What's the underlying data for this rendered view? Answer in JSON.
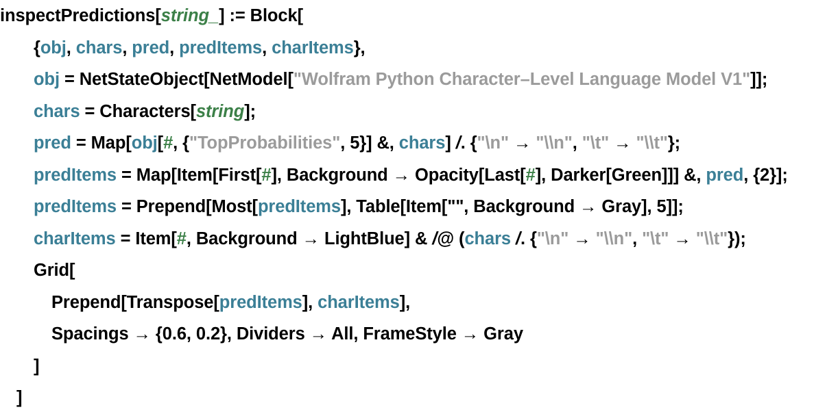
{
  "cell": {
    "language": "Wolfram Language",
    "background_color": "#ffffff",
    "colors": {
      "default_text": "#000000",
      "local_symbol": "#3b7f96",
      "pattern_symbol": "#3c8048",
      "string_literal": "#9b9b9b",
      "slot_symbol": "#3c8048"
    },
    "full_source": "inspectPredictions[string_] := Block[\n    {obj, chars, pred, predItems, charItems},\n    obj = NetStateObject[NetModel[\"Wolfram Python Character–Level Language Model V1\"]];\n    chars = Characters[string];\n    pred = Map[obj[#, {\"TopProbabilities\", 5}] &, chars] /. {\"\\n\" → \"\\\\n\", \"\\t\" → \"\\\\t\"};\n    predItems = Map[Item[First[#], Background → Opacity[Last[#], Darker[Green]]] &, pred, {2}];\n    predItems = Prepend[Most[predItems], Table[Item[\"\", Background → Gray], 5]];\n    charItems = Item[#, Background → LightBlue] & /@ (chars /. {\"\\n\" → \"\\\\n\", \"\\t\" → \"\\\\t\"});\n    Grid[\n      Prepend[Transpose[predItems], charItems],\n      Spacings → {0.6, 0.2}, Dividers → All, FrameStyle → Gray\n    ]\n  ]"
  },
  "lines": [
    {
      "id": "line-1",
      "indent": 0,
      "tokens": [
        {
          "t": "inspectPredictions[",
          "k": "default"
        },
        {
          "t": "string_",
          "k": "pattern"
        },
        {
          "t": "] := Block[",
          "k": "default"
        }
      ]
    },
    {
      "id": "line-2",
      "indent": 1,
      "tokens": [
        {
          "t": "{",
          "k": "default"
        },
        {
          "t": "obj",
          "k": "local"
        },
        {
          "t": ", ",
          "k": "default"
        },
        {
          "t": "chars",
          "k": "local"
        },
        {
          "t": ", ",
          "k": "default"
        },
        {
          "t": "pred",
          "k": "local"
        },
        {
          "t": ", ",
          "k": "default"
        },
        {
          "t": "predItems",
          "k": "local"
        },
        {
          "t": ", ",
          "k": "default"
        },
        {
          "t": "charItems",
          "k": "local"
        },
        {
          "t": "},",
          "k": "default"
        }
      ]
    },
    {
      "id": "line-3",
      "indent": 1,
      "tokens": [
        {
          "t": "obj",
          "k": "local"
        },
        {
          "t": " = NetStateObject[NetModel[",
          "k": "default"
        },
        {
          "t": "\"Wolfram Python Character–Level Language Model V1\"",
          "k": "string"
        },
        {
          "t": "]];",
          "k": "default"
        }
      ]
    },
    {
      "id": "line-4",
      "indent": 1,
      "tokens": [
        {
          "t": "chars",
          "k": "local"
        },
        {
          "t": " = Characters[",
          "k": "default"
        },
        {
          "t": "string",
          "k": "pattern"
        },
        {
          "t": "];",
          "k": "default"
        }
      ]
    },
    {
      "id": "line-5",
      "indent": 1,
      "tokens": [
        {
          "t": "pred",
          "k": "local"
        },
        {
          "t": " = Map[",
          "k": "default"
        },
        {
          "t": "obj",
          "k": "local"
        },
        {
          "t": "[",
          "k": "default"
        },
        {
          "t": "#",
          "k": "slot"
        },
        {
          "t": ", {",
          "k": "default"
        },
        {
          "t": "\"TopProbabilities\"",
          "k": "string"
        },
        {
          "t": ", 5}] &, ",
          "k": "default"
        },
        {
          "t": "chars",
          "k": "local"
        },
        {
          "t": "] ",
          "k": "default"
        },
        {
          "t": "/",
          "k": "op-italic"
        },
        {
          "t": ". {",
          "k": "default"
        },
        {
          "t": "\"\\n\"",
          "k": "string"
        },
        {
          "t": " → ",
          "k": "default"
        },
        {
          "t": "\"\\\\n\"",
          "k": "string"
        },
        {
          "t": ", ",
          "k": "default"
        },
        {
          "t": "\"\\t\"",
          "k": "string"
        },
        {
          "t": " → ",
          "k": "default"
        },
        {
          "t": "\"\\\\t\"",
          "k": "string"
        },
        {
          "t": "};",
          "k": "default"
        }
      ]
    },
    {
      "id": "line-6",
      "indent": 1,
      "tokens": [
        {
          "t": "predItems",
          "k": "local"
        },
        {
          "t": " = Map[Item[First[",
          "k": "default"
        },
        {
          "t": "#",
          "k": "slot"
        },
        {
          "t": "], Background → Opacity[Last[",
          "k": "default"
        },
        {
          "t": "#",
          "k": "slot"
        },
        {
          "t": "], Darker[Green]]] &, ",
          "k": "default"
        },
        {
          "t": "pred",
          "k": "local"
        },
        {
          "t": ", {2}];",
          "k": "default"
        }
      ]
    },
    {
      "id": "line-7",
      "indent": 1,
      "tokens": [
        {
          "t": "predItems",
          "k": "local"
        },
        {
          "t": " = Prepend[Most[",
          "k": "default"
        },
        {
          "t": "predItems",
          "k": "local"
        },
        {
          "t": "], Table[Item[\"\", Background → Gray], 5]];",
          "k": "default"
        }
      ]
    },
    {
      "id": "line-8",
      "indent": 1,
      "tokens": [
        {
          "t": "charItems",
          "k": "local"
        },
        {
          "t": " = Item[",
          "k": "default"
        },
        {
          "t": "#",
          "k": "slot"
        },
        {
          "t": ", Background → LightBlue] & ",
          "k": "default"
        },
        {
          "t": "/",
          "k": "op-italic"
        },
        {
          "t": "@ (",
          "k": "default"
        },
        {
          "t": "chars",
          "k": "local"
        },
        {
          "t": " ",
          "k": "default"
        },
        {
          "t": "/",
          "k": "op-italic"
        },
        {
          "t": ". {",
          "k": "default"
        },
        {
          "t": "\"\\n\"",
          "k": "string"
        },
        {
          "t": " → ",
          "k": "default"
        },
        {
          "t": "\"\\\\n\"",
          "k": "string"
        },
        {
          "t": ", ",
          "k": "default"
        },
        {
          "t": "\"\\t\"",
          "k": "string"
        },
        {
          "t": " → ",
          "k": "default"
        },
        {
          "t": "\"\\\\t\"",
          "k": "string"
        },
        {
          "t": "});",
          "k": "default"
        }
      ]
    },
    {
      "id": "line-9",
      "indent": 1,
      "tokens": [
        {
          "t": "Grid[",
          "k": "default"
        }
      ]
    },
    {
      "id": "line-10",
      "indent": 2,
      "tokens": [
        {
          "t": "Prepend[Transpose[",
          "k": "default"
        },
        {
          "t": "predItems",
          "k": "local"
        },
        {
          "t": "], ",
          "k": "default"
        },
        {
          "t": "charItems",
          "k": "local"
        },
        {
          "t": "],",
          "k": "default"
        }
      ]
    },
    {
      "id": "line-11",
      "indent": 2,
      "tokens": [
        {
          "t": "Spacings → {0.6, 0.2}, Dividers → All, FrameStyle → Gray",
          "k": "default"
        }
      ]
    },
    {
      "id": "line-12",
      "indent": 1,
      "tokens": [
        {
          "t": "]",
          "k": "default"
        }
      ]
    },
    {
      "id": "line-13",
      "indent": 0,
      "close_indent": true,
      "tokens": [
        {
          "t": "]",
          "k": "default"
        }
      ]
    }
  ]
}
